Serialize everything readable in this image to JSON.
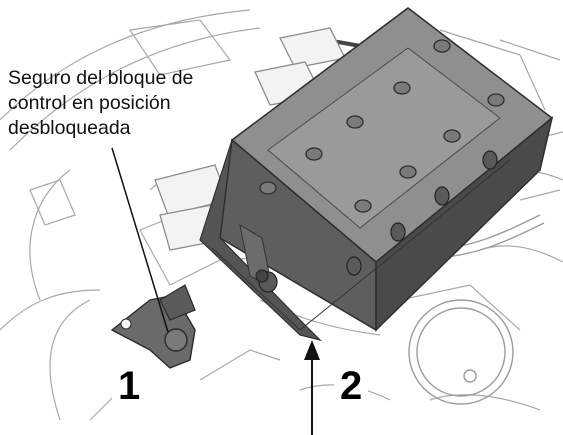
{
  "callout": {
    "lines": [
      "Seguro del bloque de",
      "control en posición",
      "desbloqueada"
    ]
  },
  "markers": {
    "one": "1",
    "two": "2"
  },
  "colors": {
    "block_top": "#8a8a8a",
    "block_side": "#5c5c5c",
    "block_dark": "#3f3f3f",
    "line_art": "#9a9a9a",
    "latch": "#666666"
  }
}
